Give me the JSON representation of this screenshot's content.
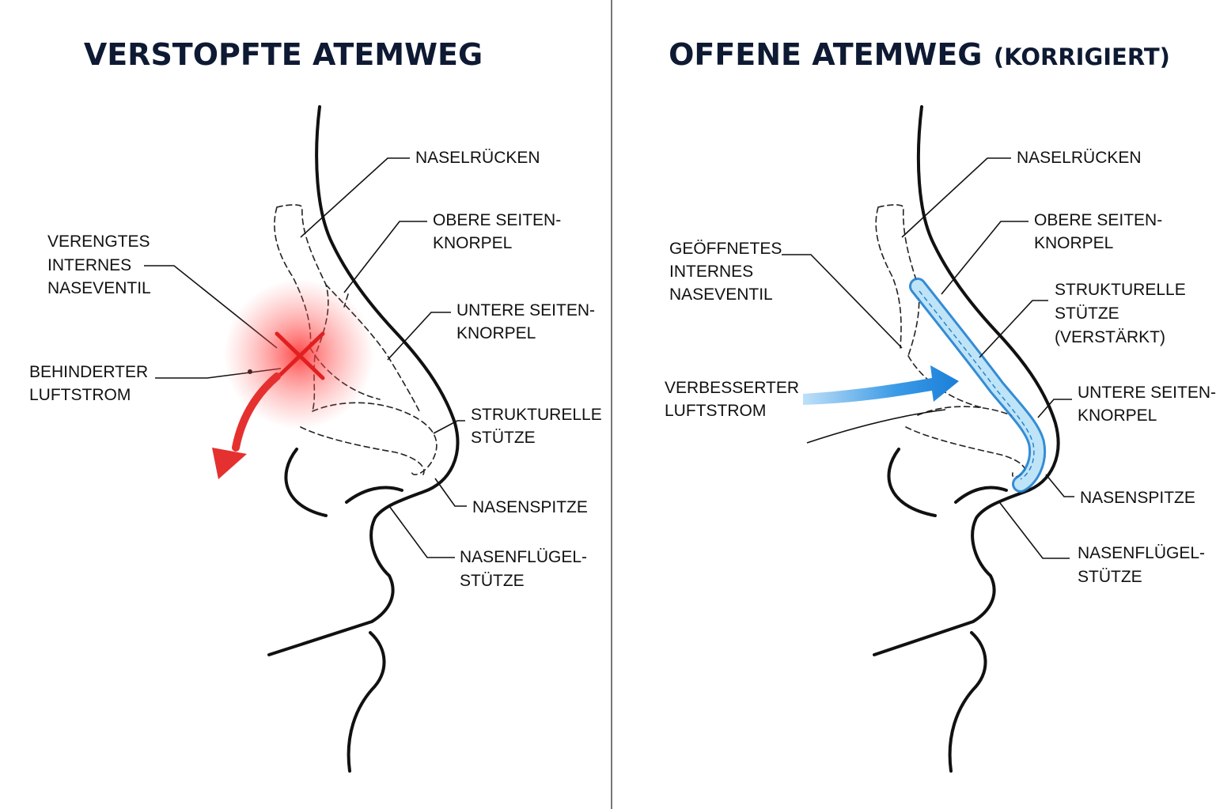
{
  "left_panel": {
    "title": "VERSTOPFTE ATEMWEG",
    "labels": {
      "naselruecken": "NASELRÜCKEN",
      "obere_1": "OBERE SEITEN-",
      "obere_2": "KNORPEL",
      "untere_1": "UNTERE SEITEN-",
      "untere_2": "KNORPEL",
      "strukt_1": "STRUKTURELLE",
      "strukt_2": "STÜTZE",
      "nasenspitze": "NASENSPITZE",
      "fluegel_1": "NASENFLÜGEL-",
      "fluegel_2": "STÜTZE",
      "ventil_1": "VERENGTES",
      "ventil_2": "INTERNES",
      "ventil_3": "NASEVENTIL",
      "luft_1": "BEHINDERTER",
      "luft_2": "LUFTSTROM"
    }
  },
  "right_panel": {
    "title_main": "OFFENE ATEMWEG",
    "title_suffix": "(KORRIGIERT)",
    "labels": {
      "naselruecken": "NASELRÜCKEN",
      "obere_1": "OBERE SEITEN-",
      "obere_2": "KNORPEL",
      "strukt_1": "STRUKTURELLE",
      "strukt_2": "STÜTZE",
      "strukt_3": "(VERSTÄRKT)",
      "untere_1": "UNTERE SEITEN-",
      "untere_2": "KNORPEL",
      "nasenspitze": "NASENSPITZE",
      "fluegel_1": "NASENFLÜGEL-",
      "fluegel_2": "STÜTZE",
      "ventil_1": "GEÖFFNETES",
      "ventil_2": "INTERNES",
      "ventil_3": "NASEVENTIL",
      "luft_1": "VERBESSERTER",
      "luft_2": "LUFTSTROM"
    }
  },
  "colors": {
    "title": "#0e1a33",
    "obstruction_red": "#e02020",
    "airflow_blue": "#1f8ae0",
    "support_blue": "#bfe4f7"
  },
  "icons": {
    "obstruction": "x-mark-icon",
    "blocked_airflow": "curved-arrow-down-icon",
    "improved_airflow": "arrow-right-icon"
  }
}
